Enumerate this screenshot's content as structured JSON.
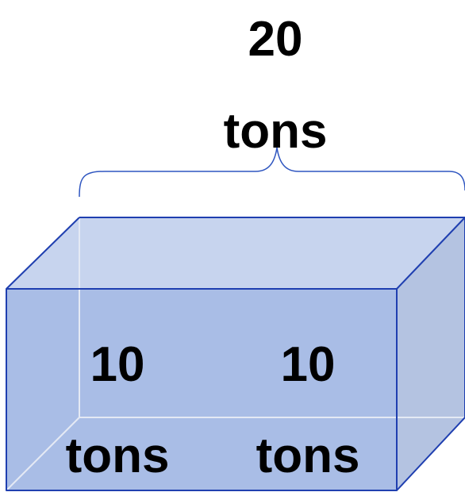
{
  "top_label": {
    "line1": "20",
    "line2": "tons"
  },
  "left_label": {
    "line1": "10",
    "line2": "tons"
  },
  "right_label": {
    "line1": "10",
    "line2": "tons"
  },
  "colors": {
    "front_face": "#a9bde6",
    "top_face": "#c7d4ee",
    "side_face": "#b4c3e1",
    "edge": "#1f3fb0",
    "hidden_edge": "#e4e9f4",
    "brace": "#2f56c0"
  }
}
